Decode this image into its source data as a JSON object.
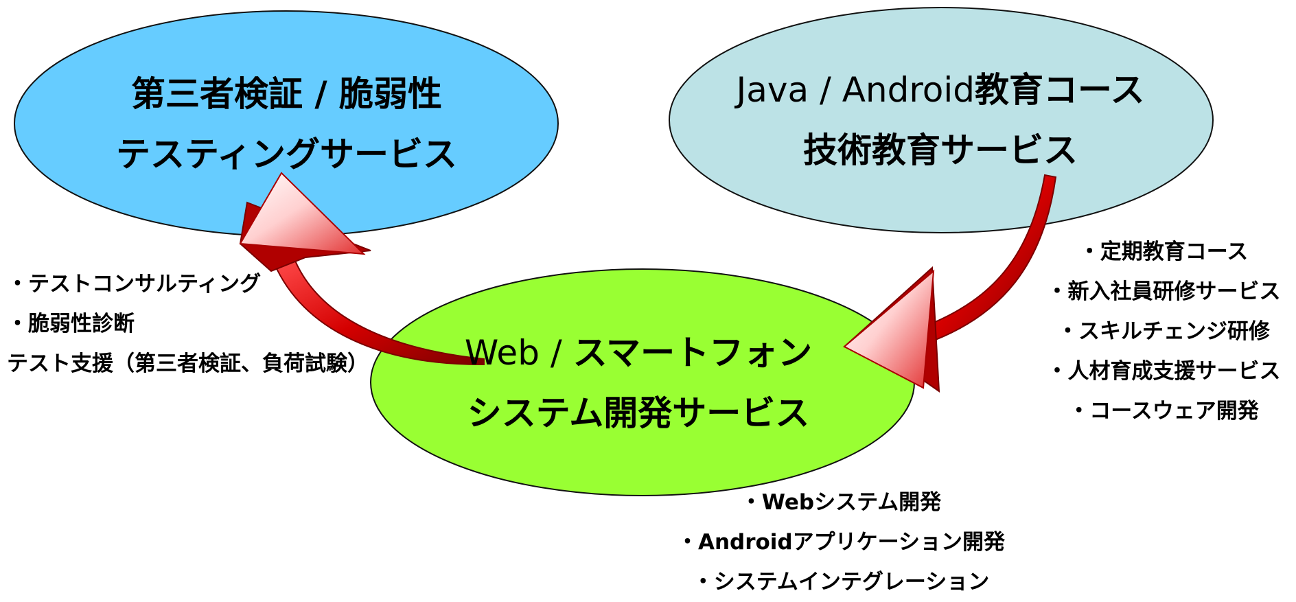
{
  "diagram": {
    "testing": {
      "title_line1": "第三者検証 / 脆弱性",
      "title_line2": "テスティングサービス",
      "fill": "#66ccff"
    },
    "education": {
      "title_line1_prefix": "Java / Android",
      "title_line1_suffix": "教育コース",
      "title_line2": "技術教育サービス",
      "fill": "#bce2e6"
    },
    "development": {
      "title_line1_prefix": "Web / ",
      "title_line1_suffix": "スマートフォン",
      "title_line2": "システム開発サービス",
      "fill": "#99ff33"
    },
    "arrow_color": "#cc0000",
    "testing_items": [
      "・テストコンサルティング",
      "・脆弱性診断",
      "テスト支援（第三者検証、負荷試験）"
    ],
    "education_items": [
      "・定期教育コース",
      "・新入社員研修サービス",
      "・スキルチェンジ研修",
      "・人材育成支援サービス",
      "・コースウェア開発"
    ],
    "development_items": [
      "・Webシステム開発",
      "・Androidアプリケーション開発",
      "・システムインテグレーション"
    ]
  }
}
